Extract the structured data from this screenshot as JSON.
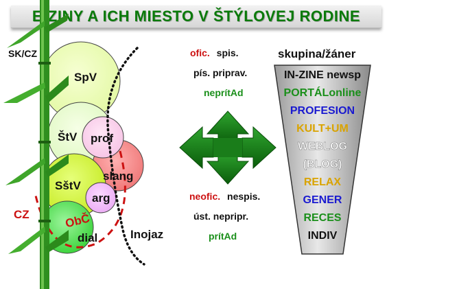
{
  "title": "E-ZINY A ICH MIESTO V ŠTÝLOVEJ RODINE",
  "left": {
    "region": "SK/CZ",
    "circles": [
      "SpV",
      "ŠtV",
      "prof",
      "slang",
      "SštV",
      "arg",
      "ObČ",
      "dial"
    ],
    "cz_label": "CZ",
    "foreign_label": "Inojaz"
  },
  "middle_top": {
    "line1_red": "ofic.",
    "line1_rest": "spis.",
    "line2": "pís. priprav.",
    "line3": "neprítAd"
  },
  "middle_bottom": {
    "line1_red": "neofic.",
    "line1_rest": "nespis.",
    "line2": "úst. nepripr.",
    "line3": "prítAd"
  },
  "funnel": {
    "header": "skupina/žáner",
    "items": [
      {
        "label": "IN-ZINE newsp",
        "color": "#111111"
      },
      {
        "label": "PORTÁLonline",
        "color": "#1a8f1a"
      },
      {
        "label": "PROFESION",
        "color": "#1a1ad0"
      },
      {
        "label": "KULT+UM",
        "color": "#d9a300"
      },
      {
        "label": "WEBLOG",
        "color": "#ffffff"
      },
      {
        "label": "(BLOG)",
        "color": "#ffffff"
      },
      {
        "label": "RELAX",
        "color": "#d9a300"
      },
      {
        "label": "GENER",
        "color": "#1a1ad0"
      },
      {
        "label": "RECES",
        "color": "#1a8f1a"
      },
      {
        "label": "INDIV",
        "color": "#111111"
      }
    ]
  },
  "colors": {
    "title_green": "#0a7a0a",
    "red": "#cc1111",
    "green_text": "#1a8f1a",
    "arrow_green": "#0e7a0e"
  }
}
